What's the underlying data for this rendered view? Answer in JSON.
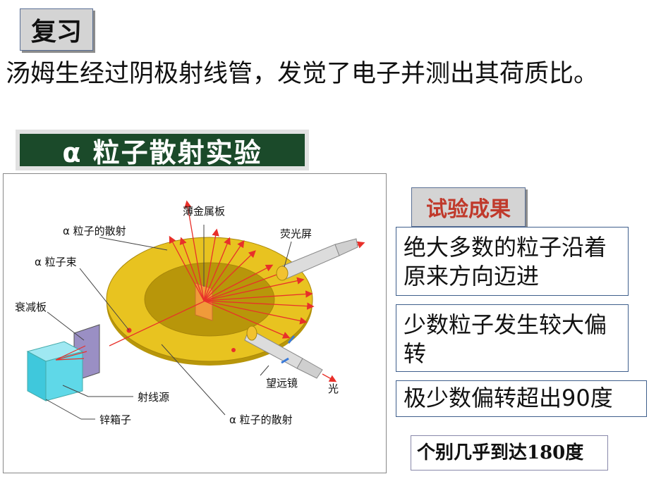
{
  "review": {
    "label": "复习"
  },
  "intro": {
    "text": "汤姆生经过阴极射线管，发觉了电子并测出其荷质比。"
  },
  "experiment": {
    "title": "α 粒子散射实验"
  },
  "diagram": {
    "labels": {
      "foil": "薄金属板",
      "scatter_top": "α 粒子的散射",
      "screen": "荧光屏",
      "beam": "α 粒子束",
      "attenuator": "衰减板",
      "source": "射线源",
      "lead_box": "锌箱子",
      "telescope": "望远镜",
      "light": "光",
      "scatter_bottom": "α 粒子的散射"
    },
    "colors": {
      "ring": "#e8c320",
      "ray": "#e8302a",
      "box": "#5fd8e8",
      "plate": "#9a8fc4"
    }
  },
  "results": {
    "title": "试验成果",
    "items": [
      "绝大多数的粒子沿着原来方向迈进",
      "少数粒子发生较大偏转",
      "极少数偏转超出90度",
      "个别几乎到达180度"
    ]
  }
}
